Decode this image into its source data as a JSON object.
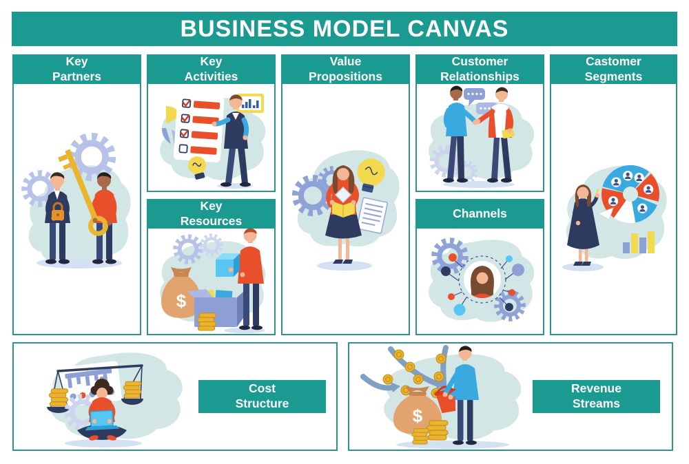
{
  "title": "BUSINESS MODEL CANVAS",
  "sections": {
    "key_partners": {
      "label": "Key\nPartners"
    },
    "key_activities": {
      "label": "Key\nActivities"
    },
    "key_resources": {
      "label": "Key\nResources"
    },
    "value_propositions": {
      "label": "Value\nPropositions"
    },
    "customer_relationships": {
      "label": "Customer\nRelationships"
    },
    "channels": {
      "label": "Channels"
    },
    "customer_segments": {
      "label": "Castomer\nSegments"
    },
    "cost_structure": {
      "label": "Cost\nStructure"
    },
    "revenue_streams": {
      "label": "Revenue\nStreams"
    }
  },
  "symbols": {
    "dollar": "$"
  },
  "theme": {
    "teal": "#1B9A91",
    "teal-border": "#2C948E",
    "red": "#E8502B",
    "yellow": "#F3D94F",
    "gold": "#E9B52E",
    "navy": "#2F3A60",
    "blue": "#3AA9E0",
    "periwinkle": "#8E9FD6",
    "steel-blue": "#7F9FC4",
    "blob": "#D2E7E5",
    "skin": "#F2B795",
    "skin-dark": "#A96A48"
  }
}
